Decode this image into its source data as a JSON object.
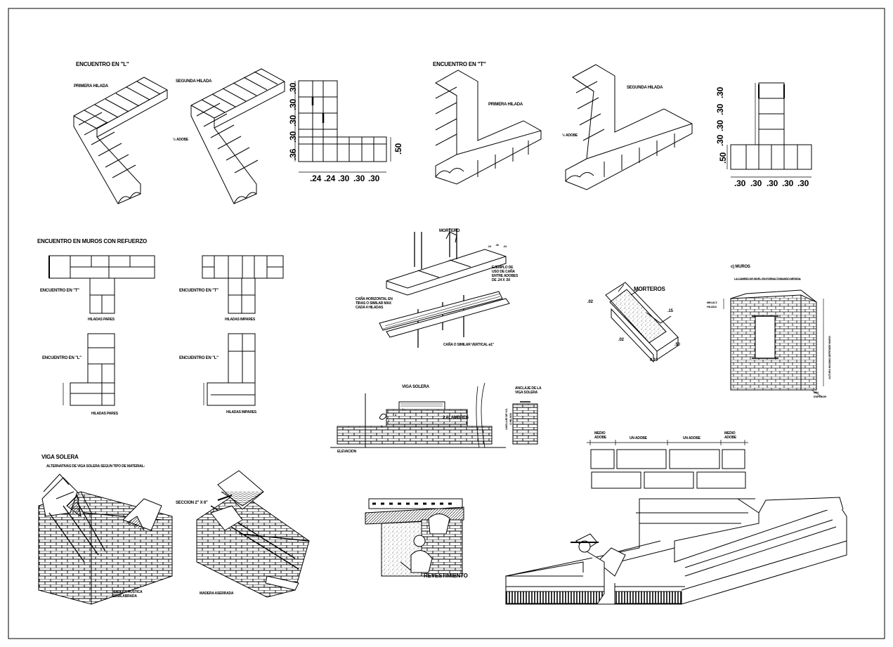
{
  "sections": {
    "l_junction": {
      "title": "ENCUENTRO EN \"L\"",
      "first_course": "PRIMERA HILADA",
      "second_course": "SEGUNDA HILADA",
      "half_adobe": "½ ADOBE",
      "dims_vertical": [
        ".30",
        ".30",
        ".30",
        ".30",
        ".36"
      ],
      "dims_horizontal": [
        ".24",
        ".24",
        ".30",
        ".30",
        ".30"
      ],
      "dim_right": ".50"
    },
    "t_junction": {
      "title": "ENCUENTRO EN \"T\"",
      "first_course": "PRIMERA HILADA",
      "second_course": "SEGUNDA HILADA",
      "half_adobe": "½ ADOBE",
      "dims_vertical": [
        ".30",
        ".30",
        ".30",
        ".30"
      ],
      "dims_horizontal": [
        ".30",
        ".30",
        ".30",
        ".30",
        ".30"
      ],
      "dim_left": ".50"
    },
    "reinforced": {
      "title": "ENCUENTRO EN MUROS CON REFUERZO",
      "t_even_label": "ENCUENTRO EN \"T\"",
      "t_odd_label": "ENCUENTRO EN \"T\"",
      "even_courses": "HILADAS PARES",
      "odd_courses": "HILADAS IMPARES",
      "l_even_label": "ENCUENTRO EN \"L\"",
      "l_odd_label": "ENCUENTRO EN \"L\"",
      "even_courses_2": "HILADAS PARES",
      "odd_courses_2": "HILADAS IMPARES"
    },
    "cane_detail": {
      "mortar": "MORTERO",
      "example": [
        "EJEMPLO DE",
        "USO DE CAÑA",
        "ENTRE ADOBES",
        "DE .24 X .50"
      ],
      "horizontal": [
        "CAÑA HORIZONTAL EN",
        "TIRAS O SIMILAR MAX",
        "CADA 4 HILADAS"
      ],
      "vertical": "CAÑA O SIMILAR VERTICAL ø1\"",
      "dims": [
        ".24",
        ".26",
        ".24"
      ]
    },
    "mortars": {
      "title": "MORTEROS",
      "dims": [
        ".02",
        ".02",
        ".50",
        ".15",
        "0.10"
      ]
    },
    "walls": {
      "title": "c) MUROS",
      "top_note": "LA CAMBIO DE NIVEL EN FORMA TOMANDO MEDIDA",
      "left_note": [
        "MIN.ALT.",
        "HILADA"
      ],
      "right_note": "ALTURA MAXIMA DEPENDE MURO",
      "bottom_note": [
        "MIN.",
        "ESPESOR"
      ]
    },
    "bond_beam_elev": {
      "bond_beam": "VIGA SOLERA",
      "wires": "2 ALAMBRES",
      "elevation": "ELEVACION",
      "anchor_title": [
        "ANCLAJE DE LA",
        "VIGA SOLERA"
      ],
      "anchor_side": [
        "ANCLAJE DE V.S.",
        "A HILADA"
      ],
      "nums": [
        "4",
        "3",
        "2",
        "1"
      ]
    },
    "adobe_layout": {
      "half_adobe_left": [
        "MEDIO",
        "ADOBE"
      ],
      "one_adobe_1": "UN ADOBE",
      "one_adobe_2": "UN ADOBE",
      "half_adobe_right": [
        "MEDIO",
        "ADOBE"
      ]
    },
    "bond_beam": {
      "title": "VIGA SOLERA",
      "subtitle": "ALTERNATIVAS DE VIGA SOLERA SEGUN TIPO DE MATERIAL:",
      "section": "SECCION 2\" X 6\"",
      "rustic_wood": [
        "MADERA RUSTICA",
        "SEMILABRADA"
      ],
      "sawn_wood": "MADERA ASERRADA"
    },
    "coating": {
      "title": "REVESTIMIENTO"
    }
  }
}
